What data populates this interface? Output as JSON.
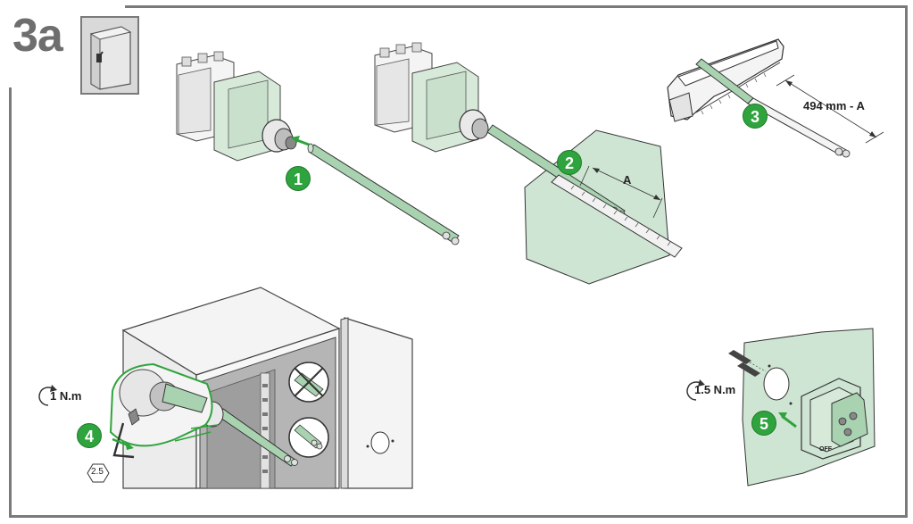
{
  "header": {
    "step_title": "3a"
  },
  "steps": [
    {
      "number": "1"
    },
    {
      "number": "2"
    },
    {
      "number": "3"
    },
    {
      "number": "4"
    },
    {
      "number": "5"
    }
  ],
  "labels": {
    "dimension_a": "A",
    "cut_length": "494 mm - A",
    "torque_screw": "1 N.m",
    "torque_handle": "1.5 N.m",
    "hex_key_size": "2.5",
    "handle_off": "OFF"
  },
  "colors": {
    "accent_green": "#2fa33d",
    "shaft_green": "#a9d3b0",
    "panel_green": "#cfe5d3",
    "frame_gray": "#7a7a7a"
  },
  "icons": [
    "cabinet-icon",
    "torque-arrow-icon",
    "hex-key-icon",
    "forbidden-icon",
    "ok-icon"
  ]
}
